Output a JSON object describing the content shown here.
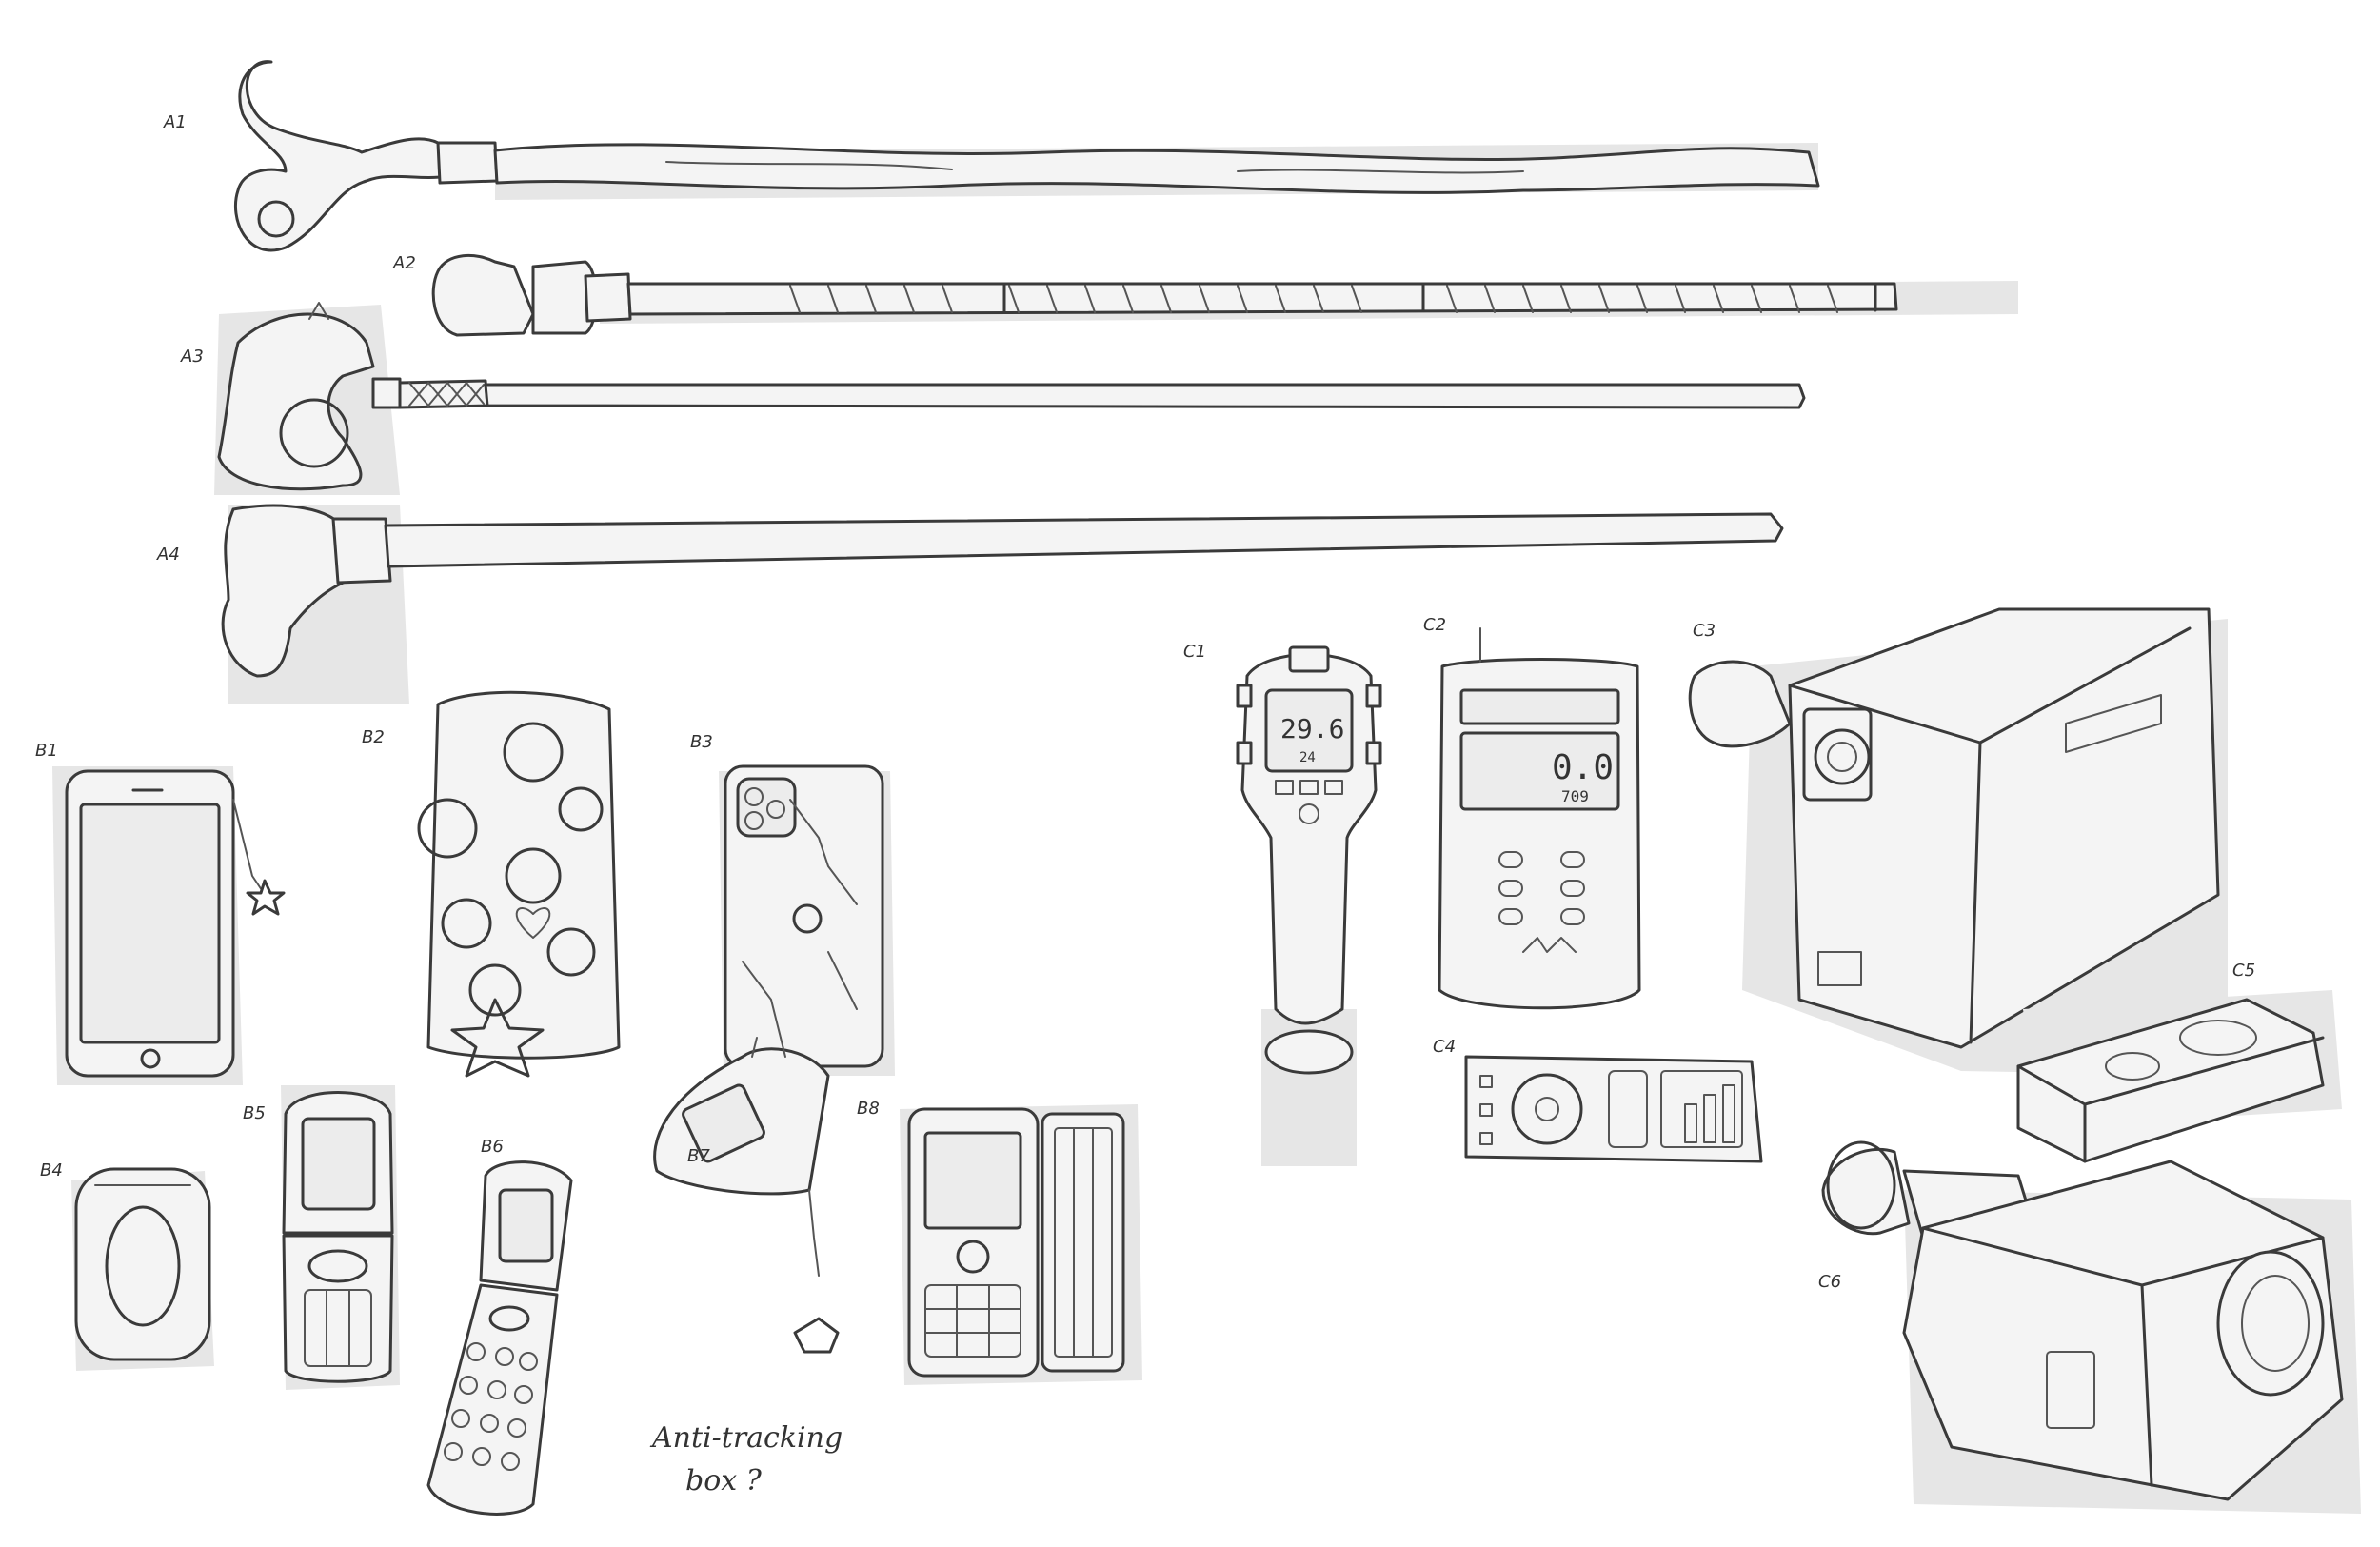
{
  "labels": {
    "a1": "A1",
    "a2": "A2",
    "a3": "A3",
    "a4": "A4",
    "b1": "B1",
    "b2": "B2",
    "b3": "B3",
    "b4": "B4",
    "b5": "B5",
    "b6": "B6",
    "b7": "B7",
    "b8": "B8",
    "c1": "C1",
    "c2": "C2",
    "c3": "C3",
    "c4": "C4",
    "c5": "C5",
    "c6": "C6"
  },
  "note": {
    "line1": "Anti-tracking",
    "line2": "box ?"
  },
  "c1_display": {
    "value": "29.6",
    "sub": "24"
  },
  "c2_display": {
    "value": "0.0",
    "sub": "709"
  }
}
